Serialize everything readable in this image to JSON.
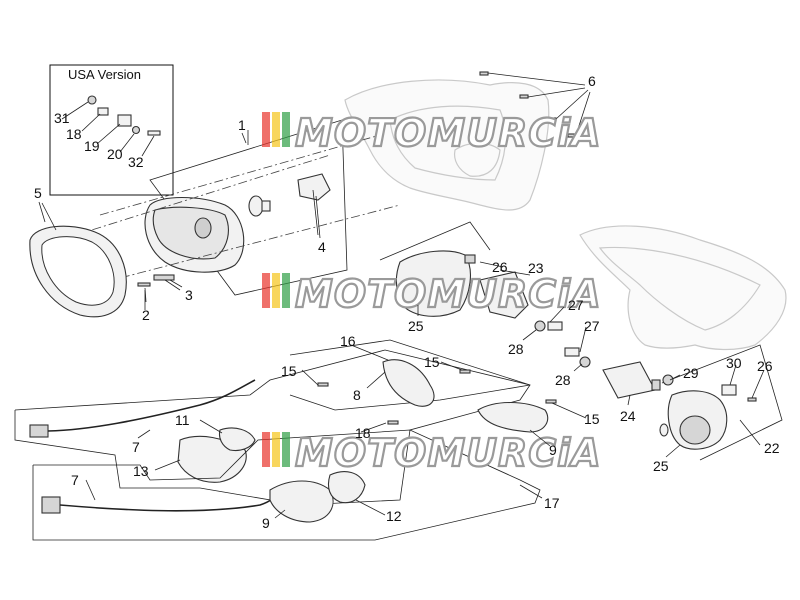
{
  "diagram": {
    "watermark_text": "MOTOMURCiA",
    "usa_box_label": "USA Version",
    "callouts": {
      "c1": "1",
      "c2": "2",
      "c3": "3",
      "c4": "4",
      "c5": "5",
      "c6": "6",
      "c7a": "7",
      "c7b": "7",
      "c8": "8",
      "c9a": "9",
      "c9b": "9",
      "c11": "11",
      "c12": "12",
      "c13": "13",
      "c15a": "15",
      "c15b": "15",
      "c15c": "15",
      "c16": "16",
      "c17": "17",
      "c18": "18",
      "c18b": "18",
      "c19": "19",
      "c20": "20",
      "c22": "22",
      "c23": "23",
      "c24": "24",
      "c25a": "25",
      "c25b": "25",
      "c26a": "26",
      "c26b": "26",
      "c27a": "27",
      "c27b": "27",
      "c28a": "28",
      "c28b": "28",
      "c29": "29",
      "c30": "30",
      "c31": "31",
      "c32": "32"
    }
  },
  "colors": {
    "watermark_stripes": [
      "#e8332b",
      "#f5c518",
      "#2e9e44"
    ],
    "ghost_part": "#c9c9c9"
  }
}
